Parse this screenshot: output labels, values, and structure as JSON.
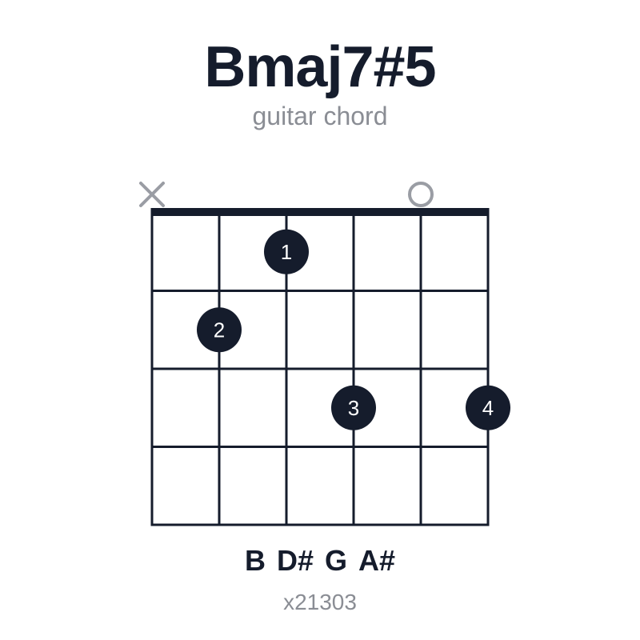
{
  "chord": {
    "name": "Bmaj7#5",
    "subtitle": "guitar chord",
    "notes": [
      "B",
      "D#",
      "G",
      "A#"
    ],
    "fingering": "x21303"
  },
  "diagram": {
    "strings": 6,
    "frets_shown": 4,
    "has_nut": true,
    "string_markers": [
      "x",
      "",
      "",
      "",
      "o",
      ""
    ],
    "dots": [
      {
        "string": 3,
        "fret": 1,
        "finger": "1"
      },
      {
        "string": 2,
        "fret": 2,
        "finger": "2"
      },
      {
        "string": 4,
        "fret": 3,
        "finger": "3"
      },
      {
        "string": 6,
        "fret": 3,
        "finger": "4"
      }
    ],
    "colors": {
      "grid": "#151c2c",
      "dot": "#151c2c",
      "dot_text": "#ffffff",
      "marker": "#9a9da4"
    }
  }
}
